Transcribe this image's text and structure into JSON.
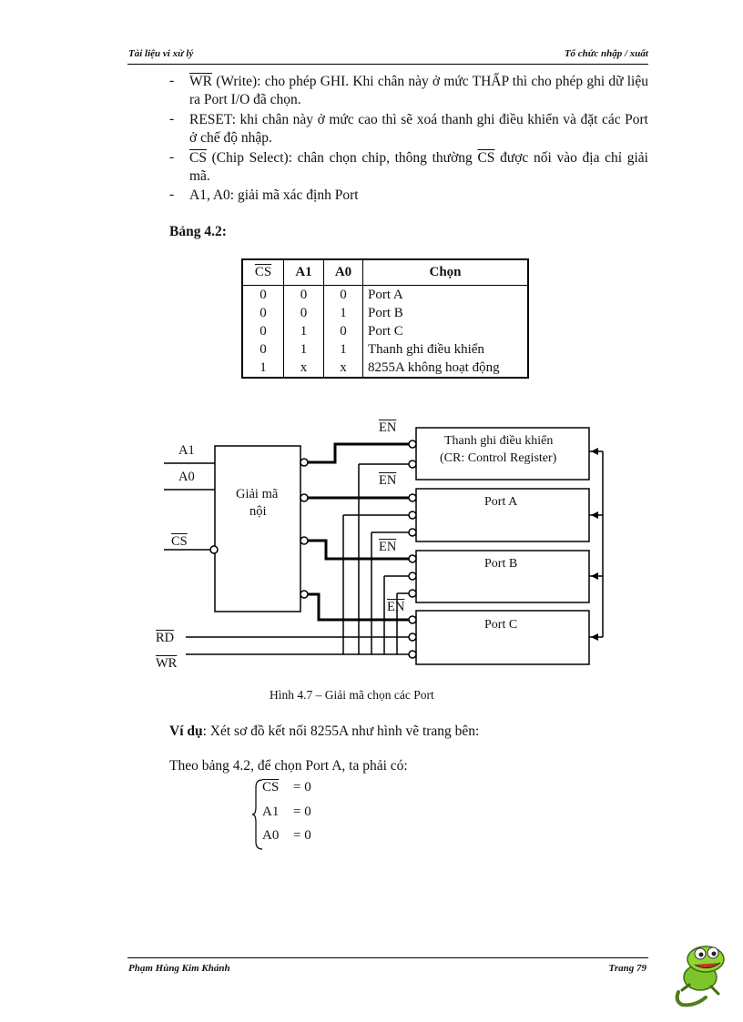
{
  "header": {
    "left": "Tài liệu vi xử lý",
    "right": "Tổ chức nhập / xuất"
  },
  "bullets": [
    {
      "signal": "WR",
      "text": " (Write): cho phép GHI. Khi chân này ở mức THẤP thì cho phép ghi dữ liệu ra Port I/O đã chọn."
    },
    {
      "signal": "",
      "text": "RESET: khi chân này ở mức cao thì sẽ xoá thanh ghi điều khiển và đặt các Port ở chế độ nhập."
    },
    {
      "signal": "CS",
      "text_before": " (Chip Select): chân chọn chip, thông thường ",
      "signal2": "CS",
      "text_after": " được nối vào địa chỉ giải mã."
    },
    {
      "signal": "",
      "text": "A1, A0: giải mã xác định Port"
    }
  ],
  "table_title": "Bảng 4.2:",
  "table": {
    "headers": [
      "CS",
      "A1",
      "A0",
      "Chọn"
    ],
    "rows": [
      [
        "0",
        "0",
        "0",
        "Port A"
      ],
      [
        "0",
        "0",
        "1",
        "Port B"
      ],
      [
        "0",
        "1",
        "0",
        "Port C"
      ],
      [
        "0",
        "1",
        "1",
        "Thanh ghi điều khiển"
      ],
      [
        "1",
        "x",
        "x",
        "8255A không hoạt động"
      ]
    ]
  },
  "diagram": {
    "inputs": {
      "a1": "A1",
      "a0": "A0",
      "cs": "CS",
      "rd": "RD",
      "wr": "WR"
    },
    "decoder": {
      "line1": "Giải mã",
      "line2": "nội"
    },
    "en": "EN",
    "control": {
      "line1": "Thanh ghi điều khiển",
      "line2": "(CR: Control Register)"
    },
    "ports": [
      "Port A",
      "Port B",
      "Port C"
    ]
  },
  "caption": "Hình 4.7 – Giải mã chọn các Port",
  "example": {
    "label": "Ví dụ",
    "text": ": Xét sơ đồ kết nối 8255A như hình vẽ trang bên:"
  },
  "condition_intro": "Theo bảng 4.2, để chọn Port A, ta phải có:",
  "conditions": [
    {
      "var": "CS",
      "eq": "= 0"
    },
    {
      "var": "A1",
      "eq": "= 0"
    },
    {
      "var": "A0",
      "eq": "= 0"
    }
  ],
  "footer": {
    "left": "Phạm Hùng Kim Khánh",
    "right": "Trang 79"
  }
}
